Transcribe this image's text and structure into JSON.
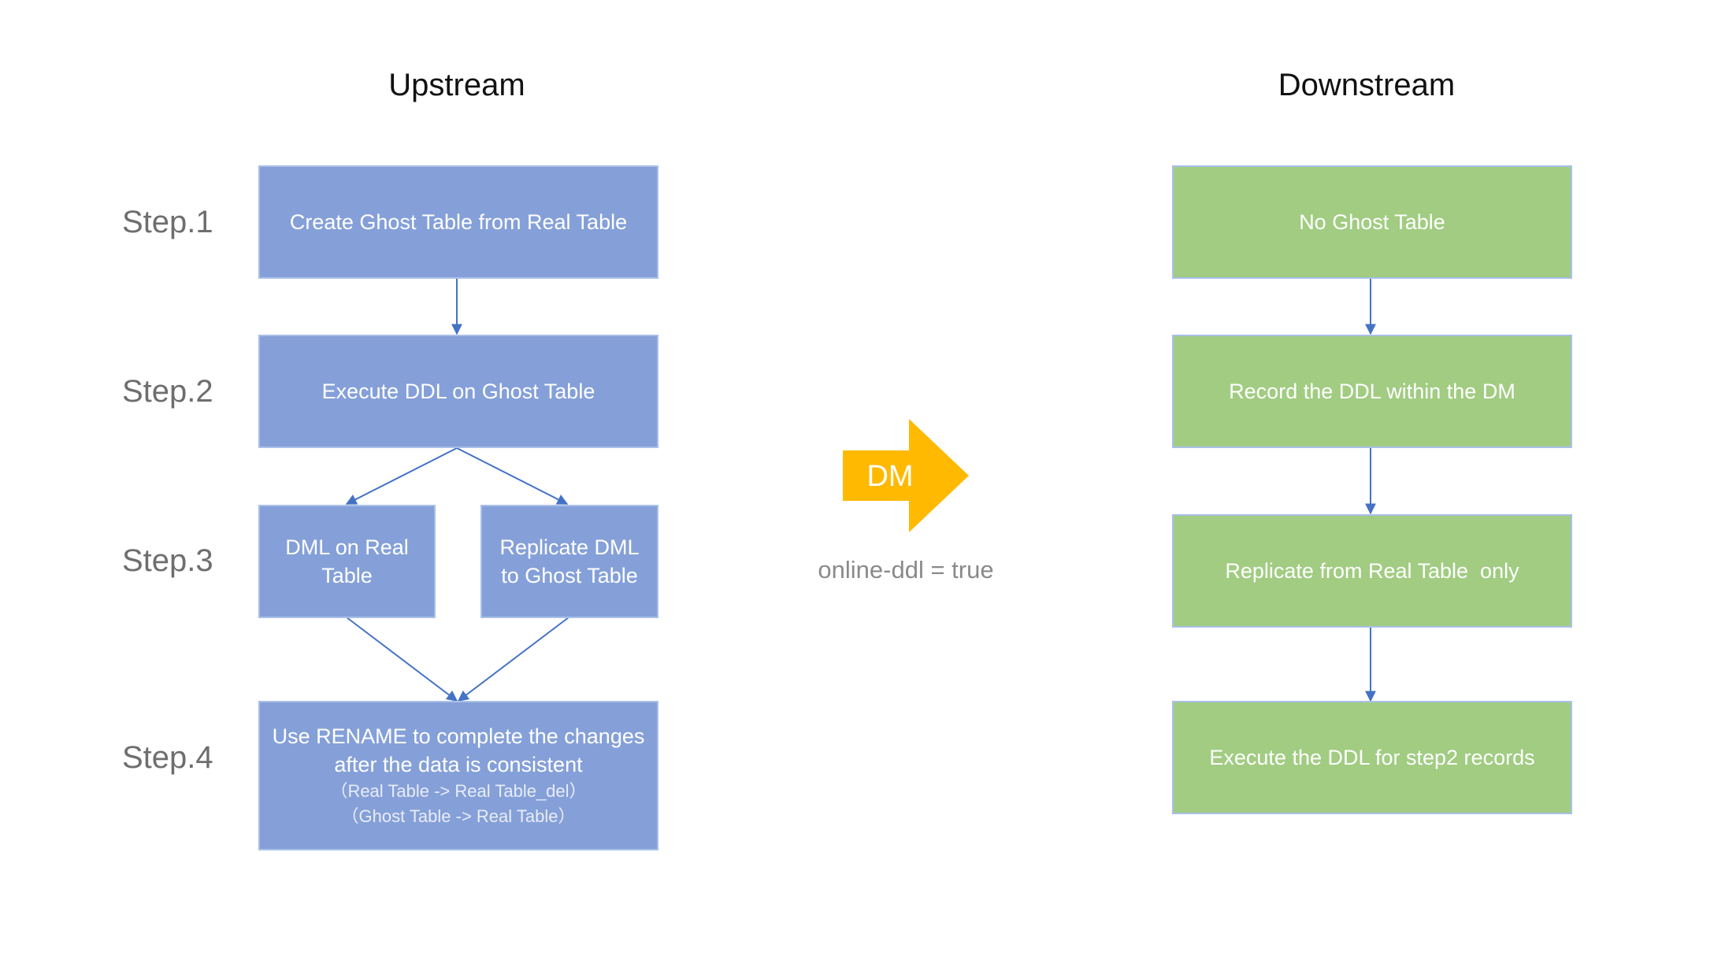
{
  "headings": {
    "upstream": "Upstream",
    "downstream": "Downstream"
  },
  "steps": [
    "Step.1",
    "Step.2",
    "Step.3",
    "Step.4"
  ],
  "upstream": {
    "create_ghost": "Create Ghost Table from Real Table",
    "execute_ddl": "Execute DDL on Ghost Table",
    "dml_real_line1": "DML on Real",
    "dml_real_line2": "Table",
    "replicate_ghost_line1": "Replicate DML",
    "replicate_ghost_line2": "to Ghost Table",
    "rename_line1": "Use RENAME to complete the changes",
    "rename_line2": "after the data is consistent",
    "rename_sub1": "（Real Table -> Real Table_del）",
    "rename_sub2": "（Ghost Table -> Real Table）"
  },
  "middle": {
    "dm_label": "DM",
    "online_ddl": "online-ddl = true"
  },
  "downstream": {
    "no_ghost": "No Ghost Table",
    "record_ddl": "Record the DDL within the DM",
    "replicate_real": "Replicate from Real Table  only",
    "execute_ddl": "Execute the DDL for step2 records"
  },
  "colors": {
    "upstream_box": "#85a0d8",
    "downstream_box": "#a1cc82",
    "arrow": "#4472c4",
    "dm_arrow": "#ffb900"
  }
}
